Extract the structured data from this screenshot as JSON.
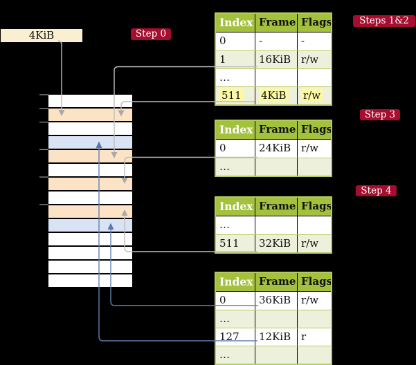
{
  "colors": {
    "bg": "#000000",
    "cream": "#faf0d1",
    "label-red": "#a70d2e",
    "header-green": "#a3c13c",
    "table-border": "#b6cb5e",
    "row-green": "#edf1dc",
    "row-white": "#ffffff",
    "hl": "#fbf9a3",
    "mem-orange": "#fce3c5",
    "mem-blue": "#d9e3f3",
    "mem-white": "#ffffff",
    "arrow-gray": "#bdbdbd",
    "arrow-blue": "#6380b3"
  },
  "cr3_box": {
    "label": "4KiB"
  },
  "step_labels": {
    "step0": "Step 0",
    "steps12": "Steps 1&2",
    "step3": "Step 3",
    "step4": "Step 4"
  },
  "tables": [
    {
      "name": "table-steps-1-2",
      "headers": [
        "Index",
        "Frame",
        "Flags"
      ],
      "rows": [
        {
          "cells": [
            "0",
            "-",
            "-"
          ],
          "shade": "white",
          "highlight": "false"
        },
        {
          "cells": [
            "1",
            "16KiB",
            "r/w"
          ],
          "shade": "green",
          "highlight": "false"
        },
        {
          "cells": [
            "…",
            "",
            ""
          ],
          "shade": "white",
          "highlight": "false"
        },
        {
          "cells": [
            "511",
            "4KiB",
            "r/w"
          ],
          "shade": "green",
          "highlight": "true"
        }
      ]
    },
    {
      "name": "table-step-3",
      "headers": [
        "Index",
        "Frame",
        "Flags"
      ],
      "rows": [
        {
          "cells": [
            "0",
            "24KiB",
            "r/w"
          ],
          "shade": "white",
          "highlight": "false"
        },
        {
          "cells": [
            "…",
            "",
            ""
          ],
          "shade": "green",
          "highlight": "false"
        }
      ]
    },
    {
      "name": "table-step-4",
      "headers": [
        "Index",
        "Frame",
        "Flags"
      ],
      "rows": [
        {
          "cells": [
            "…",
            "",
            ""
          ],
          "shade": "white",
          "highlight": "false"
        },
        {
          "cells": [
            "511",
            "32KiB",
            "r/w"
          ],
          "shade": "green",
          "highlight": "false"
        }
      ]
    },
    {
      "name": "table-level-1",
      "headers": [
        "Index",
        "Frame",
        "Flags"
      ],
      "rows": [
        {
          "cells": [
            "0",
            "36KiB",
            "r/w"
          ],
          "shade": "white",
          "highlight": "false"
        },
        {
          "cells": [
            "…",
            "",
            ""
          ],
          "shade": "green",
          "highlight": "false"
        },
        {
          "cells": [
            "127",
            "12KiB",
            "r"
          ],
          "shade": "white",
          "highlight": "false"
        },
        {
          "cells": [
            "…",
            "",
            ""
          ],
          "shade": "green",
          "highlight": "false"
        }
      ]
    }
  ],
  "memory": {
    "rows": [
      {
        "kind": "free"
      },
      {
        "kind": "table"
      },
      {
        "kind": "free"
      },
      {
        "kind": "frame"
      },
      {
        "kind": "table"
      },
      {
        "kind": "free"
      },
      {
        "kind": "table"
      },
      {
        "kind": "free"
      },
      {
        "kind": "table"
      },
      {
        "kind": "frame"
      },
      {
        "kind": "free"
      },
      {
        "kind": "free"
      },
      {
        "kind": "free"
      },
      {
        "kind": "free"
      }
    ]
  }
}
